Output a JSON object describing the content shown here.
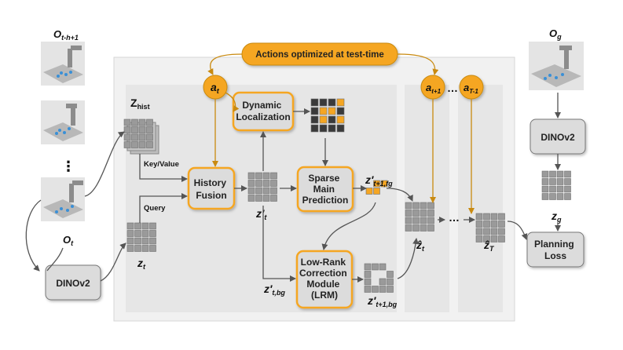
{
  "title": "Actions optimized at test-time",
  "observations": {
    "top": "O",
    "top_sub": "t-h+1",
    "dots": "⋮",
    "bottom": "O",
    "bottom_sub": "t",
    "goal": "O",
    "goal_sub": "g"
  },
  "encoders": {
    "left": "DINOv2",
    "right": "DINOv2"
  },
  "latents": {
    "z_hist": "Z",
    "z_hist_sub": "hist",
    "z_t": "z",
    "z_t_sub": "t",
    "z_prime_t": "z′",
    "z_prime_t_sub": "t",
    "z_prime_bg": "z′",
    "z_prime_bg_sub": "t,bg",
    "z_fg_next": "z′",
    "z_fg_next_sub": "t+1,fg",
    "z_bg_next": "z′",
    "z_bg_next_sub": "t+1,bg",
    "z_hat_t": "ẑ",
    "z_hat_t_sub": "t",
    "z_hat_T": "ẑ",
    "z_hat_T_sub": "T",
    "z_g": "z",
    "z_g_sub": "g"
  },
  "edge_labels": {
    "key_value": "Key/Value",
    "query": "Query",
    "ellipsis": "…"
  },
  "modules": {
    "history_fusion": [
      "History",
      "Fusion"
    ],
    "dynamic_localization": [
      "Dynamic",
      "Localization"
    ],
    "sparse_main_prediction": [
      "Sparse",
      "Main",
      "Prediction"
    ],
    "lrm": [
      "Low-Rank",
      "Correction",
      "Module",
      "(LRM)"
    ],
    "planning_loss": [
      "Planning",
      "Loss"
    ]
  },
  "actions": {
    "a_t": "a",
    "a_t_sub": "t",
    "a_t1": "a",
    "a_t1_sub": "t+1",
    "a_T1": "a",
    "a_T1_sub": "T-1"
  },
  "colors": {
    "accent": "#f5a623",
    "accent_dark": "#c98a10",
    "module_fill": "#dcdcdc",
    "panel": "#f1f1f1",
    "stage": "#e6e6e6",
    "grid_cell": "#9a9a9a",
    "dark_cell": "#3a3a3a"
  }
}
